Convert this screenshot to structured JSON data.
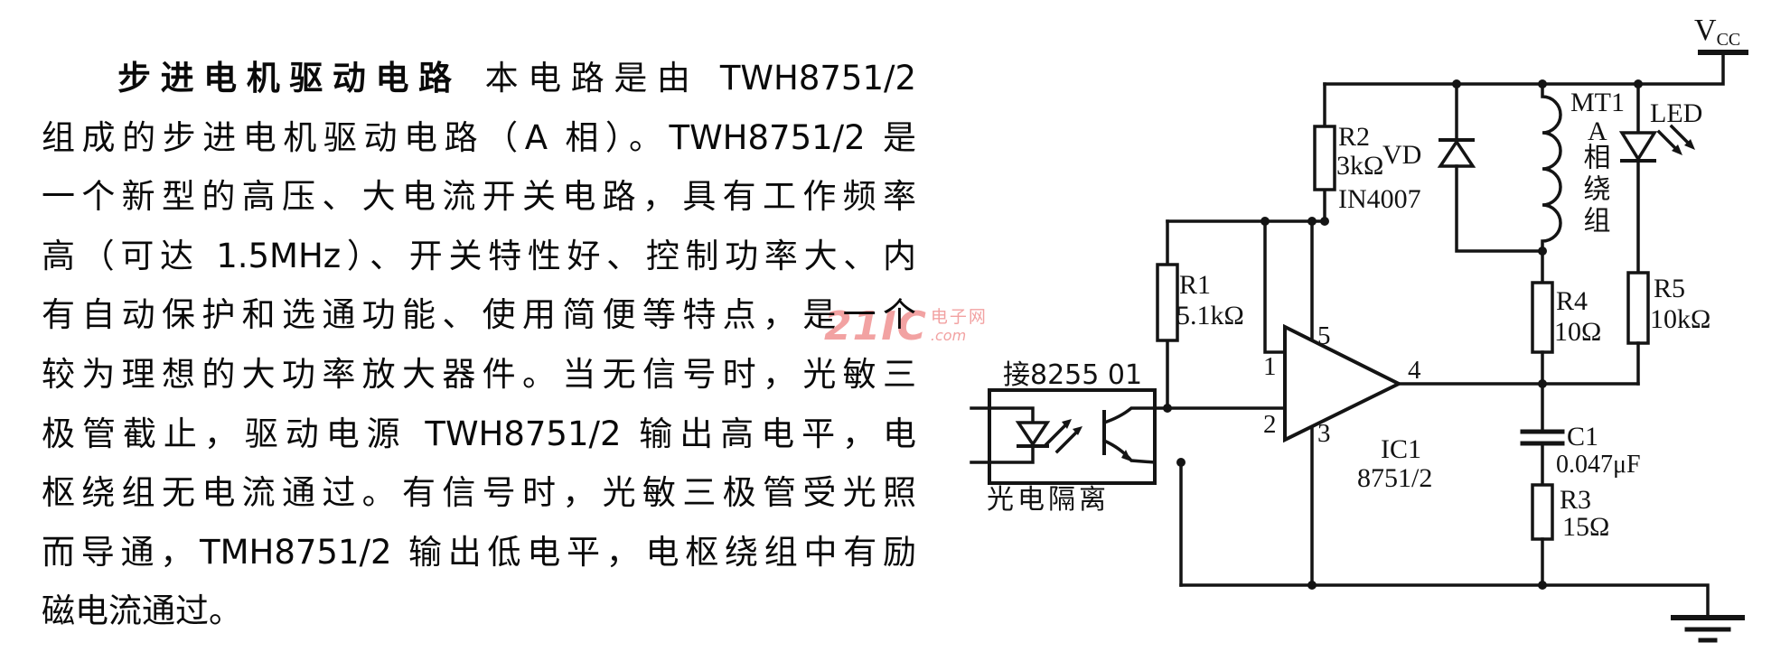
{
  "article": {
    "title": "步进电机驱动电路",
    "lines": [
      "本电路是由 TWH8751/2",
      "组成的步进电机驱动电路（A 相）。TWH8751/2 是",
      "一个新型的高压、大电流开关电路，具有工作频率",
      "高（可达 1.5MHz）、开关特性好、控制功率大、内",
      "有自动保护和选通功能、使用简便等特点，是一个",
      "较为理想的大功率放大器件。当无信号时，光敏三",
      "极管截止，驱动电源 TWH8751/2 输出高电平，电",
      "枢绕组无电流通过。有信号时，光敏三极管受光照",
      "而导通，TMH8751/2 输出低电平，电枢绕组中有励",
      "磁电流通过。"
    ]
  },
  "watermark": {
    "brand": "21IC",
    "cn": "电子网",
    "com": ".com",
    "color": "#f2a2a2"
  },
  "circuit": {
    "vcc": {
      "main": "V",
      "sub": "CC"
    },
    "r1": {
      "ref": "R1",
      "value": "5.1kΩ"
    },
    "r2": {
      "ref": "R2",
      "value": "3kΩ"
    },
    "vd": {
      "ref": "VD",
      "value": "IN4007"
    },
    "r4": {
      "ref": "R4",
      "value": "10Ω"
    },
    "r5": {
      "ref": "R5",
      "value": "10kΩ"
    },
    "c1": {
      "ref": "C1",
      "value": "0.047μF"
    },
    "r3": {
      "ref": "R3",
      "value": "15Ω"
    },
    "ic": {
      "ref": "IC1",
      "value": "8751/2"
    },
    "led": {
      "ref": "LED"
    },
    "motor": {
      "ref": "MT1",
      "phase": "A",
      "winding": "相绕组"
    },
    "pins": {
      "p1": "1",
      "p2": "2",
      "p3": "3",
      "p4": "4",
      "p5": "5"
    },
    "opto": {
      "top": "接8255 01",
      "bottom": "光电隔离"
    }
  }
}
